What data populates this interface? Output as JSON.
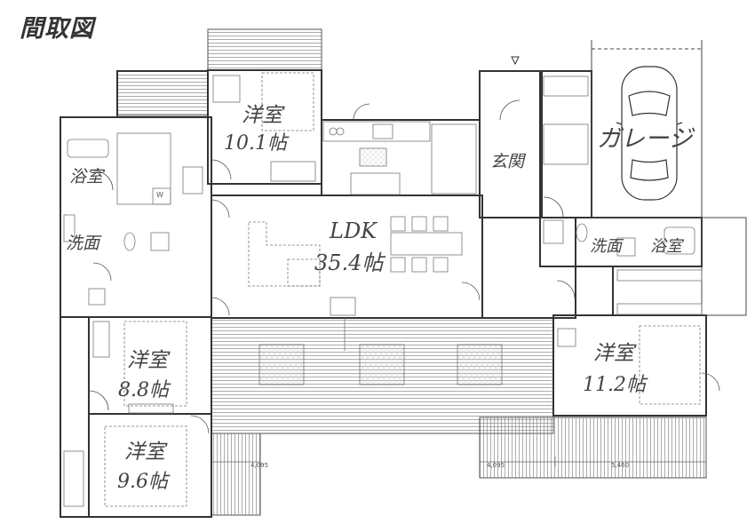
{
  "title": "間取図",
  "rooms": {
    "western_top": {
      "name": "洋室",
      "size": "10.1帖"
    },
    "bath_left": {
      "name": "浴室"
    },
    "wash_left": {
      "name": "洗面"
    },
    "ldk": {
      "name": "LDK",
      "size": "35.4帖"
    },
    "entrance": {
      "name": "玄関"
    },
    "garage": {
      "name": "ガレージ"
    },
    "wash_right": {
      "name": "洗面"
    },
    "bath_right": {
      "name": "浴室"
    },
    "western_right": {
      "name": "洋室",
      "size": "11.2帖"
    },
    "western_mid": {
      "name": "洋室",
      "size": "8.8帖"
    },
    "western_bottom": {
      "name": "洋室",
      "size": "9.6帖"
    }
  },
  "dimensions": {
    "d1": "4,095",
    "d2": "5,460",
    "d3": "4,095"
  },
  "toilet_mark": "W"
}
